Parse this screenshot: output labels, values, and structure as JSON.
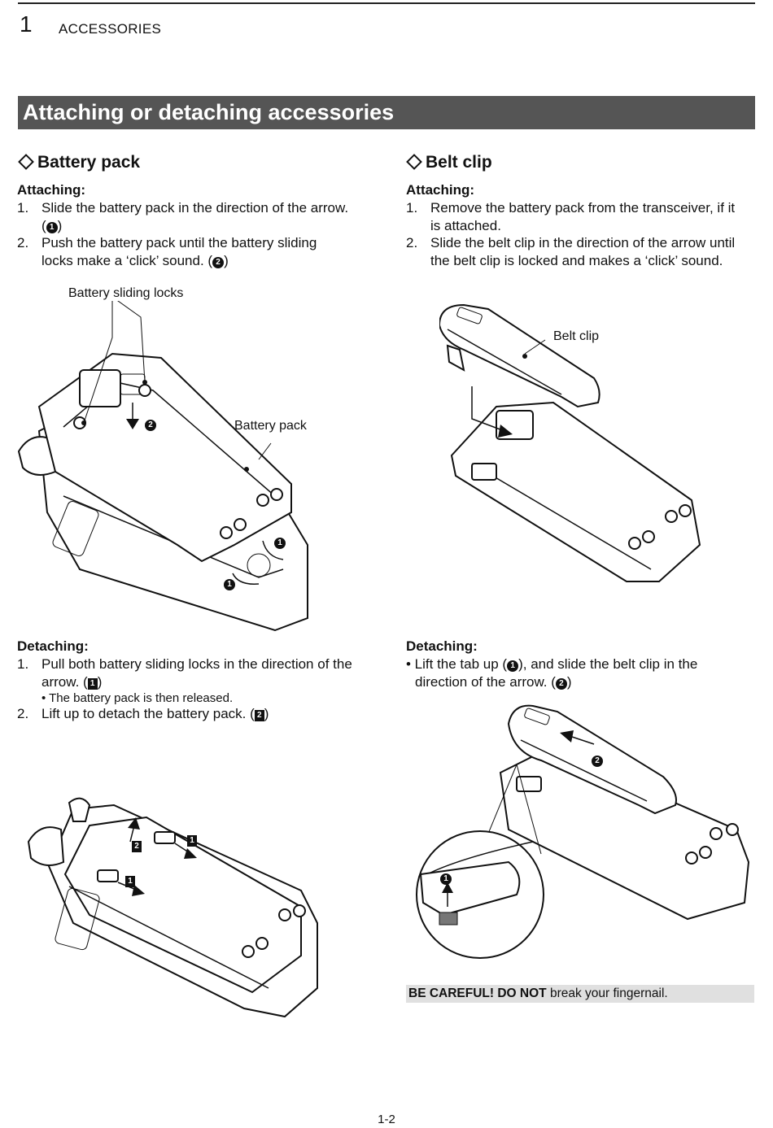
{
  "header": {
    "chapter_number": "1",
    "chapter_title": "ACCESSORIES"
  },
  "banner": {
    "title": "Attaching or detaching accessories"
  },
  "battery_pack": {
    "heading": "Battery pack",
    "attaching": {
      "label": "Attaching:",
      "steps": [
        {
          "num": "1.",
          "line1": "Slide the battery pack in the direction of the arrow.",
          "line2_pre": "(",
          "mark": "1",
          "line2_post": ")"
        },
        {
          "num": "2.",
          "line1": "Push the battery pack until the battery sliding",
          "line2_pre": "locks make a ‘click’ sound. (",
          "mark": "2",
          "line2_post": ")"
        }
      ]
    },
    "figure_labels": {
      "locks": "Battery sliding locks",
      "pack": "Battery pack",
      "m2": "2",
      "m1a": "1",
      "m1b": "1"
    },
    "detaching": {
      "label": "Detaching:",
      "step1_num": "1.",
      "step1_line1": "Pull both battery sliding locks in the direction of the",
      "step1_line2_pre": "arrow. (",
      "step1_mark": "1",
      "step1_line2_post": ")",
      "step1_note": "• The battery pack is then released.",
      "step2_num": "2.",
      "step2_pre": "Lift up to detach the battery pack. (",
      "step2_mark": "2",
      "step2_post": ")"
    },
    "detach_figure_marks": {
      "m1a": "1",
      "m1b": "1",
      "m2": "2"
    }
  },
  "belt_clip": {
    "heading": "Belt clip",
    "attaching": {
      "label": "Attaching:",
      "steps": [
        {
          "num": "1.",
          "line1": "Remove the battery pack from the transceiver, if it",
          "line2": "is attached."
        },
        {
          "num": "2.",
          "line1": "Slide the belt clip in the direction of the arrow until",
          "line2": "the belt clip is locked and makes a ‘click’ sound."
        }
      ]
    },
    "figure_label": "Belt clip",
    "detaching": {
      "label": "Detaching:",
      "line1_pre": "• Lift the tab up (",
      "line1_mark": "1",
      "line1_post": "), and slide the belt clip in the",
      "line2_pre": "direction of the arrow. (",
      "line2_mark": "2",
      "line2_post": ")"
    },
    "detach_figure_marks": {
      "m1": "1",
      "m2": "2"
    },
    "careful": {
      "bold": "BE CAREFUL! DO NOT",
      "rest": " break your fingernail."
    }
  },
  "footer": {
    "page": "1-2"
  }
}
